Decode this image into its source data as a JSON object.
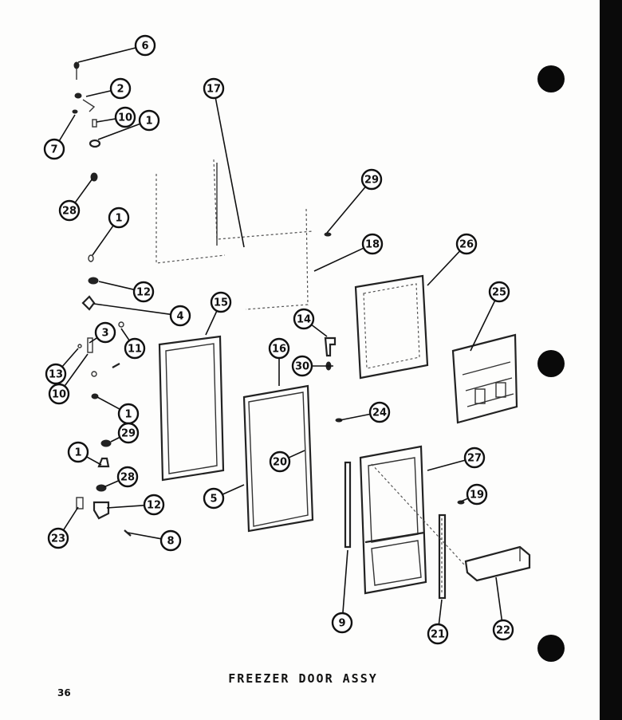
{
  "diagram": {
    "title": "FREEZER DOOR ASSY",
    "page_number": "36",
    "callouts": [
      "6",
      "2",
      "10",
      "1",
      "7",
      "28",
      "17",
      "29",
      "1",
      "18",
      "26",
      "12",
      "4",
      "15",
      "25",
      "14",
      "3",
      "11",
      "16",
      "30",
      "13",
      "10",
      "1",
      "29",
      "20",
      "27",
      "1",
      "28",
      "12",
      "5",
      "19",
      "23",
      "8",
      "9",
      "21",
      "22",
      "24"
    ]
  }
}
